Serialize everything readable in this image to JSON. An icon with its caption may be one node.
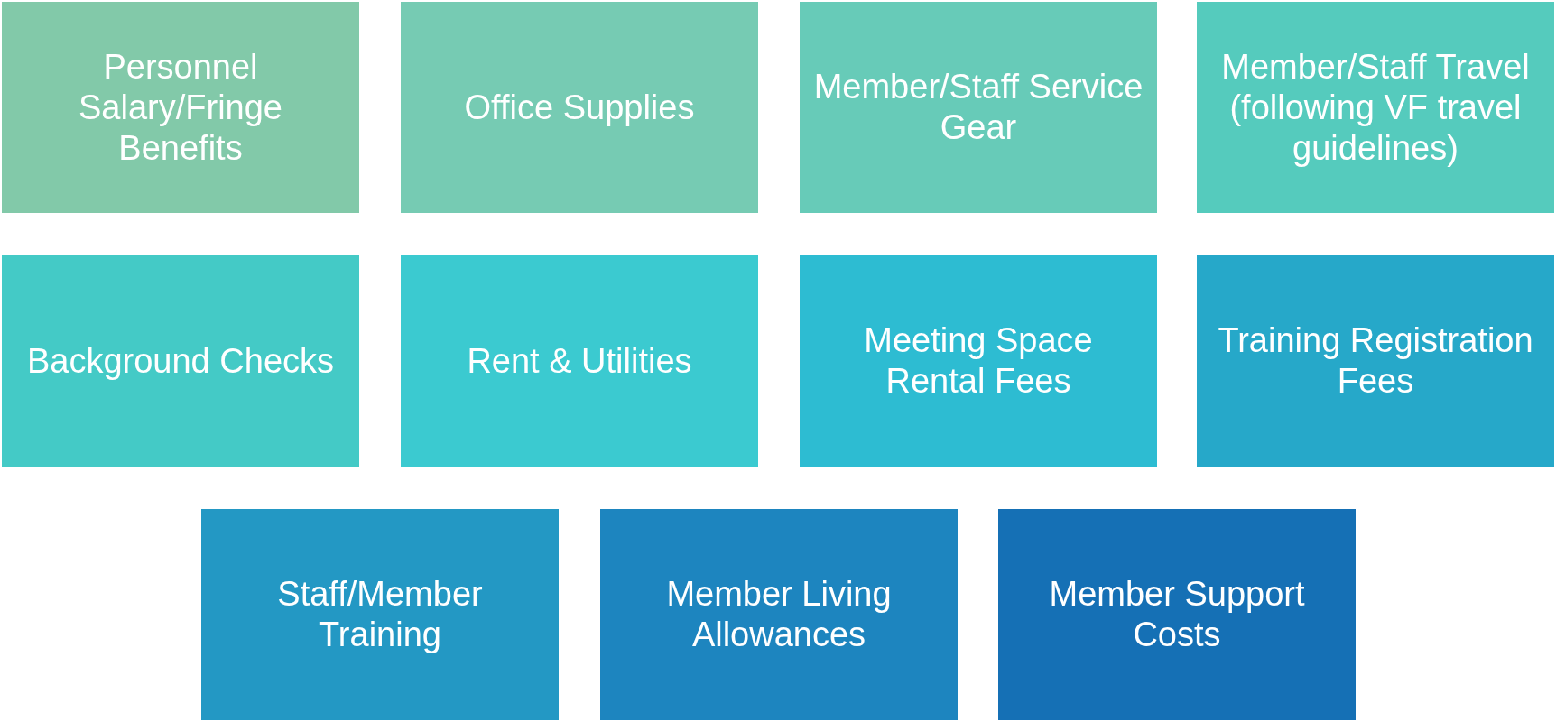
{
  "diagram": {
    "nodes": [
      {
        "text": [
          "Personnel Salary/Fringe Benefits"
        ]
      },
      {
        "text": [
          "Office Supplies"
        ]
      },
      {
        "text": [
          "Member/Staff Service Gear"
        ]
      },
      {
        "text": [
          "Member/Staff Travel (following VF travel guidelines)"
        ]
      },
      {
        "text": [
          "Background Checks"
        ]
      },
      {
        "text": [
          "Rent & Utilities"
        ]
      },
      {
        "text": [
          "Meeting Space Rental Fees"
        ]
      },
      {
        "text": [
          "Training Registration Fees"
        ]
      },
      {
        "text": [
          "Staff/Member Training"
        ]
      },
      {
        "text": [
          "Member Living Allowances"
        ]
      },
      {
        "text": [
          "Member Support Costs"
        ]
      }
    ]
  }
}
